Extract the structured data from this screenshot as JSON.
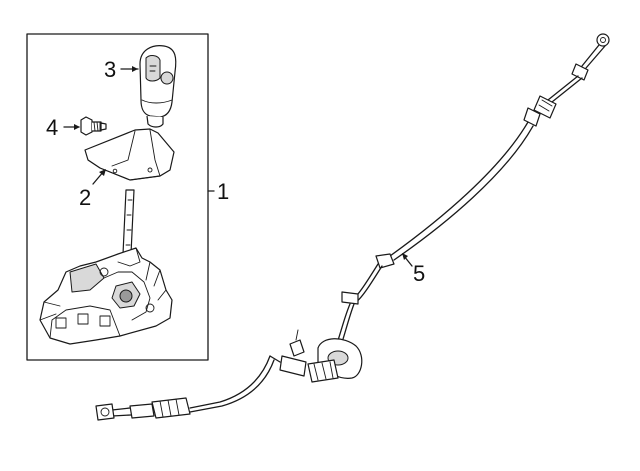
{
  "diagram": {
    "callouts": [
      {
        "id": "1",
        "text": "1"
      },
      {
        "id": "2",
        "text": "2"
      },
      {
        "id": "3",
        "text": "3"
      },
      {
        "id": "4",
        "text": "4"
      },
      {
        "id": "5",
        "text": "5"
      }
    ],
    "parts": [
      {
        "callout": "1",
        "icon": "shifter-assembly-icon"
      },
      {
        "callout": "2",
        "icon": "shifter-bezel-icon"
      },
      {
        "callout": "3",
        "icon": "shift-knob-icon"
      },
      {
        "callout": "4",
        "icon": "screw-icon"
      },
      {
        "callout": "5",
        "icon": "shift-cable-icon"
      }
    ],
    "colors": {
      "line": "#1a1a1a",
      "background": "#ffffff"
    }
  }
}
